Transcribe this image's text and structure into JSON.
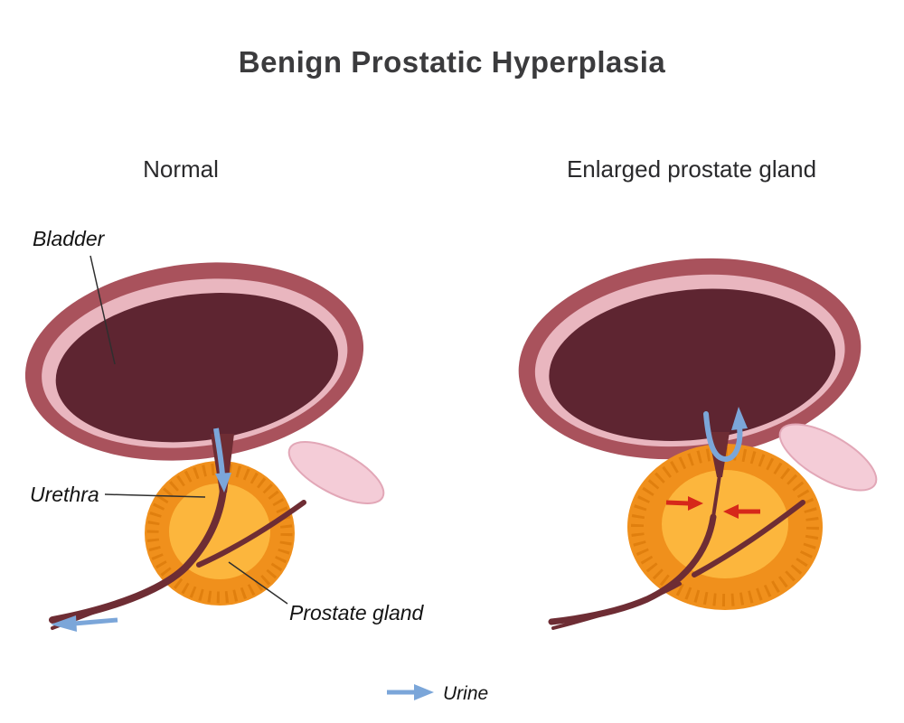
{
  "title": "Benign Prostatic Hyperplasia",
  "panels": {
    "left": {
      "heading": "Normal"
    },
    "right": {
      "heading": "Enlarged prostate gland"
    }
  },
  "labels": {
    "bladder": "Bladder",
    "urethra": "Urethra",
    "prostate": "Prostate gland"
  },
  "legend": {
    "urine": "Urine"
  },
  "colors": {
    "title_text": "#3b3b3d",
    "heading_text": "#2a2a2c",
    "label_text": "#141414",
    "leader_line": "#2f2f2f",
    "bladder_wall": "#a9525c",
    "bladder_lining": "#e9b6bf",
    "bladder_interior": "#5e2531",
    "prostate_rim": "#f0901c",
    "prostate_ridges": "#e07f0e",
    "prostate_core": "#fcb63d",
    "urethra": "#6e2d34",
    "urine_arrow": "#7ba6d9",
    "compression_arrow": "#d6281a",
    "vesicle": "#f4ccd7"
  }
}
